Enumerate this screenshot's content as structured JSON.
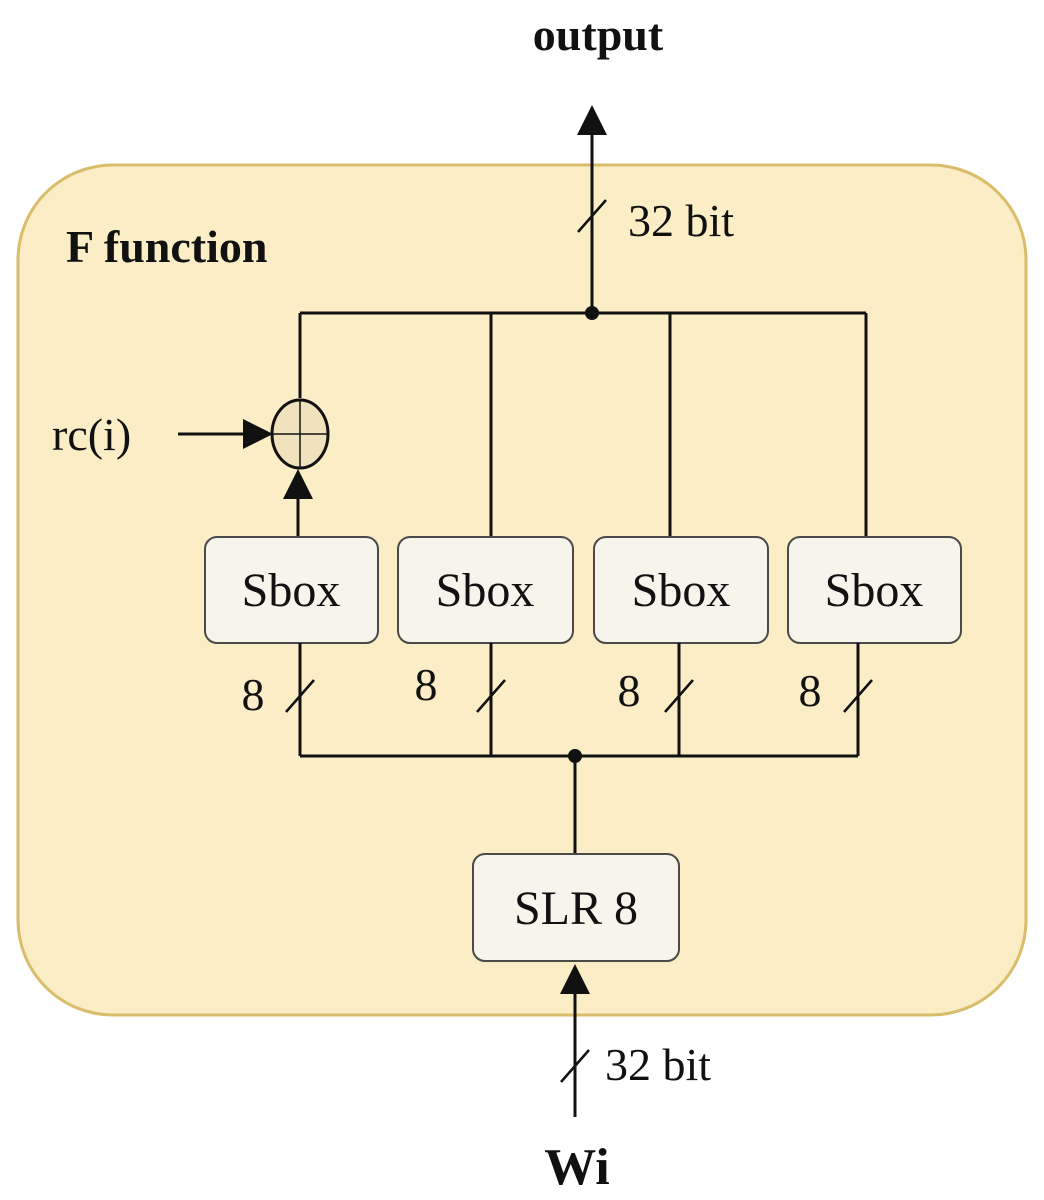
{
  "diagram": {
    "output_label": "output",
    "input_label": "Wi",
    "container_title": "F function",
    "output_width_label": "32 bit",
    "input_width_label": "32 bit",
    "round_constant_label": "rc(i)",
    "xor_symbol": "⊕",
    "sbox_labels": [
      "Sbox",
      "Sbox",
      "Sbox",
      "Sbox"
    ],
    "sbox_width_labels": [
      "8",
      "8",
      "8",
      "8"
    ],
    "slr_label": "SLR 8",
    "colors": {
      "container_fill": "#fbedc6",
      "container_stroke": "#d9bd6a",
      "box_fill": "#f7f4ec",
      "box_stroke": "#4a4a4a",
      "xor_fill": "#efe2bc",
      "line": "#111111"
    }
  }
}
